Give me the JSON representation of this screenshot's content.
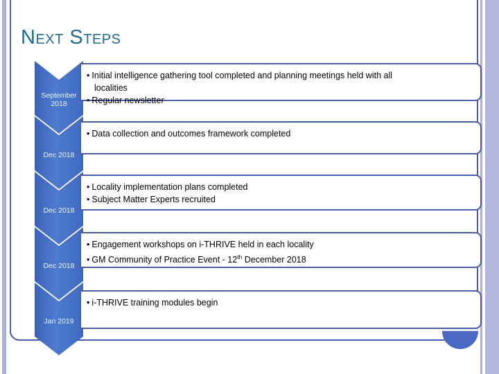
{
  "slide": {
    "title": "Next Steps",
    "accent_color": "#1F6C93",
    "chevron_color": "#4472C4",
    "border_color": "#4A5CA8",
    "stripe_color": "#A8B0DC"
  },
  "timeline": {
    "rows": [
      {
        "date": "September\n2018",
        "lines": [
          {
            "bullet": "•",
            "text": "Initial intelligence gathering tool completed and planning meetings held with all"
          },
          {
            "bullet": "",
            "text": "localities",
            "continuation": true
          },
          {
            "bullet": "•",
            "text": "Regular newsletter"
          }
        ]
      },
      {
        "date": "Dec 2018",
        "lines": [
          {
            "bullet": "•",
            "text": "Data collection and outcomes framework completed"
          }
        ]
      },
      {
        "date": "Dec 2018",
        "lines": [
          {
            "bullet": "•",
            "text": "Locality implementation plans completed"
          },
          {
            "bullet": "•",
            "text": "Subject Matter Experts recruited"
          }
        ]
      },
      {
        "date": "Dec 2018",
        "lines": [
          {
            "bullet": "•",
            "text": "Engagement workshops on i-THRIVE held in each locality"
          },
          {
            "bullet": "•",
            "text_pre": "GM Community of Practice Event  -  12",
            "superscript": "th",
            "text_post": " December 2018"
          }
        ]
      },
      {
        "date": "Jan 2019",
        "lines": [
          {
            "bullet": "•",
            "text": "i-THRIVE training modules begin"
          }
        ]
      }
    ]
  },
  "decorations": {
    "circle_name": "corner-circle",
    "circle_top_color": "#EEF1F9",
    "circle_bottom_color": "#4A69C4"
  }
}
